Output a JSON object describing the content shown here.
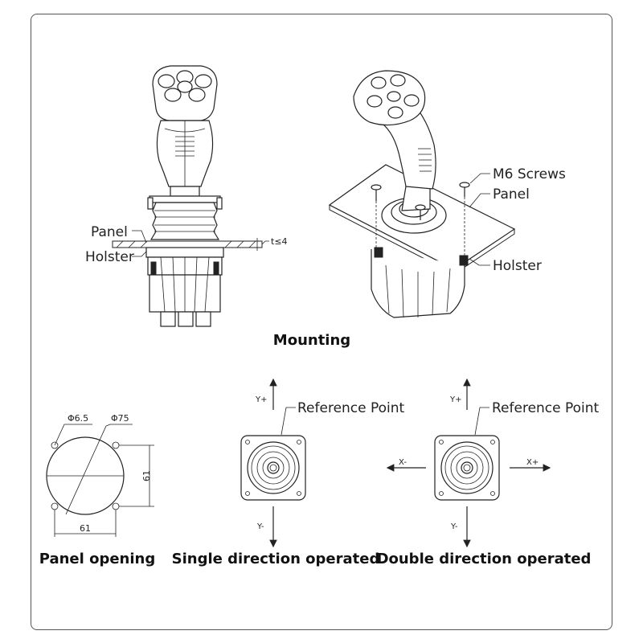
{
  "mounting": {
    "title": "Mounting",
    "side_view": {
      "panel": "Panel",
      "holster": "Holster",
      "thickness": "t≤4"
    },
    "iso_view": {
      "screws": "M6 Screws",
      "panel": "Panel",
      "holster": "Holster"
    }
  },
  "panel_opening": {
    "title": "Panel opening",
    "hole_dia": "Φ6.5",
    "cutout_dia": "Φ75",
    "width": "61",
    "height": "61"
  },
  "single_direction": {
    "title": "Single direction operated",
    "reference": "Reference Point",
    "y_plus": "Y+",
    "y_minus": "Y-"
  },
  "double_direction": {
    "title": "Double direction operated",
    "reference": "Reference Point",
    "y_plus": "Y+",
    "y_minus": "Y-",
    "x_plus": "X+",
    "x_minus": "X-"
  }
}
